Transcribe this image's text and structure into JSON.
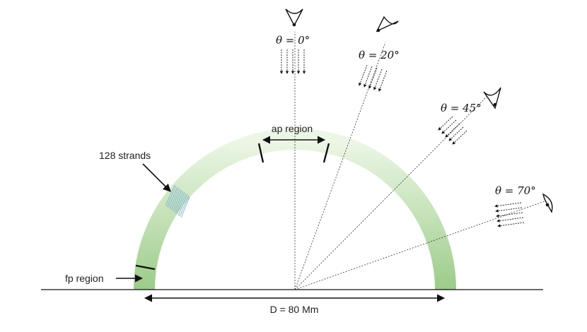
{
  "labels": {
    "ap_region": "ap region",
    "strands": "128 strands",
    "fp_region": "fp region",
    "diameter": "D = 80 Mm"
  },
  "views": [
    {
      "id": "0",
      "angle": 0,
      "label": "θ = 0°"
    },
    {
      "id": "20",
      "angle": 20,
      "label": "θ = 20°"
    },
    {
      "id": "45",
      "angle": 45,
      "label": "θ = 45°"
    },
    {
      "id": "70",
      "angle": 70,
      "label": "θ = 70°"
    }
  ],
  "colors": {
    "loop_base": "#9ccc8a",
    "loop_top": "#e4f2dc",
    "strands": "#7ab0d0",
    "line": "#111111"
  }
}
